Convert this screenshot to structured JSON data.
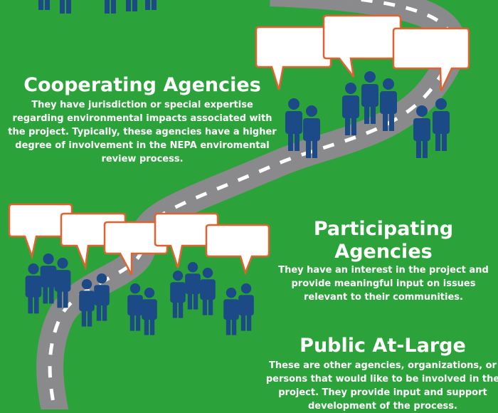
{
  "sections": {
    "cooperating": {
      "title": "Cooperating Agencies",
      "lines": [
        "They have jurisdiction or special expertise",
        "regarding environmental impacts associated with",
        "the project. Typically, these agencies have a higher",
        "degree of involvement in the NEPA enviromental",
        "review process."
      ]
    },
    "participating": {
      "title": "Participating Agencies",
      "lines": [
        "They have an interest in the project and",
        "provide meaningful input on issues",
        "relevant to their communities."
      ]
    },
    "public": {
      "title": "Public At-Large",
      "lines": [
        "These are other agencies, organizations, or",
        "persons that would like to be involved in the",
        "project. They provide input and support",
        "development of the process."
      ]
    }
  },
  "colors": {
    "background": "#2ca33a",
    "road": "#8a8a8c",
    "road_stripe": "#ffffff",
    "person": "#1c4a86",
    "bubble_fill": "#ffffff",
    "bubble_stroke": "#e2622f",
    "text": "#ffffff"
  },
  "icons": [
    "person-icon",
    "speech-bubble-icon",
    "road"
  ]
}
